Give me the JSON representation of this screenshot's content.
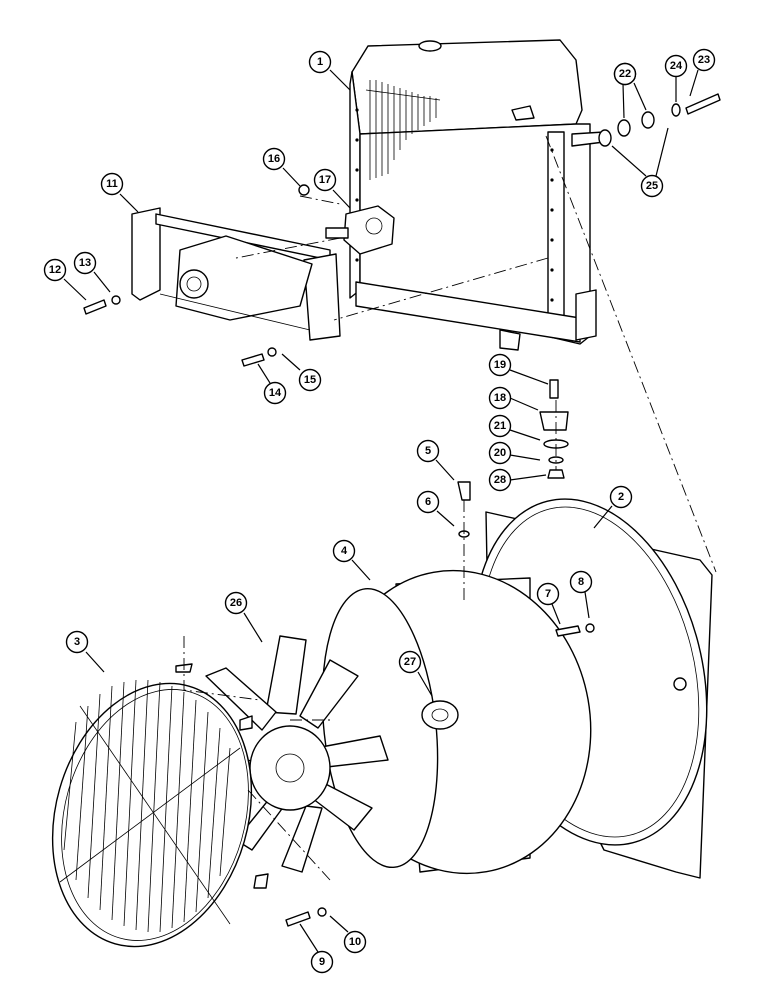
{
  "callouts": [
    {
      "label": "1"
    },
    {
      "label": "2"
    },
    {
      "label": "3"
    },
    {
      "label": "4"
    },
    {
      "label": "5"
    },
    {
      "label": "6"
    },
    {
      "label": "7"
    },
    {
      "label": "8"
    },
    {
      "label": "9"
    },
    {
      "label": "10"
    },
    {
      "label": "11"
    },
    {
      "label": "12"
    },
    {
      "label": "13"
    },
    {
      "label": "14"
    },
    {
      "label": "15"
    },
    {
      "label": "16"
    },
    {
      "label": "17"
    },
    {
      "label": "18"
    },
    {
      "label": "19"
    },
    {
      "label": "20"
    },
    {
      "label": "21"
    },
    {
      "label": "22"
    },
    {
      "label": "22"
    },
    {
      "label": "23"
    },
    {
      "label": "24"
    },
    {
      "label": "25"
    },
    {
      "label": "26"
    },
    {
      "label": "27"
    },
    {
      "label": "28"
    }
  ]
}
